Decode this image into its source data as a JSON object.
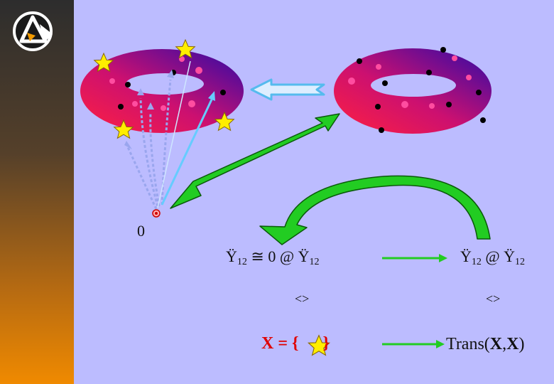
{
  "zero_label": "0",
  "eq_left": {
    "y1": "Ÿ",
    "s1": "12",
    "mid": " ≅ 0 @ ",
    "y2": "Ÿ",
    "s2": "12"
  },
  "eq_right": {
    "y1": "Ÿ",
    "s1": "12",
    "mid": " @ ",
    "y2": "Ÿ",
    "s2": "12"
  },
  "diamond_left": "<>",
  "diamond_right": "<>",
  "set_label": {
    "lhs": "X = {",
    "rhs": "}"
  },
  "trans_label": {
    "pre": "Trans(",
    "a": "X",
    "comma": ",",
    "b": "X",
    "post": ")"
  },
  "colors": {
    "background": "#bcbcff",
    "arrow_green": "#22cc22",
    "arrow_cyan": "#66ccff",
    "star": "#ffee00",
    "set_red": "#e00000"
  },
  "icons": [
    "logo-icon",
    "star-icon",
    "torus-shape",
    "arrow-left-icon"
  ]
}
